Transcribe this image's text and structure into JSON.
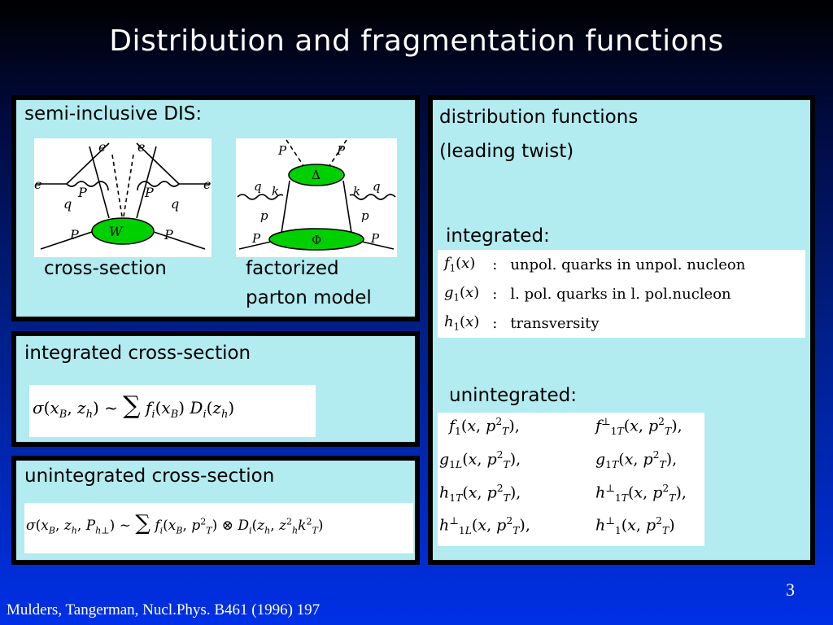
{
  "title": "Distribution and fragmentation functions",
  "panel_sidis": {
    "heading": "semi-inclusive DIS:",
    "caption_left": "cross-section",
    "caption_right_line1": "factorized",
    "caption_right_line2": "parton model",
    "diagram1_labels": {
      "e1": "e",
      "e2": "e",
      "e_left": "e",
      "e_right": "e",
      "ph1": "P",
      "ph2": "P",
      "q1": "q",
      "q2": "q",
      "p1": "P",
      "p2": "P",
      "blob": "W"
    },
    "diagram2_labels": {
      "ph1": "P",
      "ph2": "P",
      "q1": "q",
      "q2": "q",
      "k1": "k",
      "k2": "k",
      "p1": "p",
      "p2": "p",
      "P1": "P",
      "P2": "P",
      "top_blob": "Δ",
      "bottom_blob": "Φ"
    }
  },
  "panel_integrated": {
    "heading": "integrated cross-section"
  },
  "panel_unintegrated": {
    "heading": "unintegrated cross-section"
  },
  "panel_distribution": {
    "heading_line1": "distribution functions",
    "heading_line2": "(leading twist)",
    "integrated_label": "integrated:",
    "integrated_rows": [
      {
        "func": "f",
        "sub": "1",
        "desc": "unpol. quarks in unpol. nucleon"
      },
      {
        "func": "g",
        "sub": "1",
        "desc": "l. pol. quarks in l. pol.nucleon"
      },
      {
        "func": "h",
        "sub": "1",
        "desc": "transversity"
      }
    ],
    "unintegrated_label": "unintegrated:"
  },
  "footer": "Mulders, Tangerman, Nucl.Phys. B461 (1996) 197",
  "page_number": "3"
}
